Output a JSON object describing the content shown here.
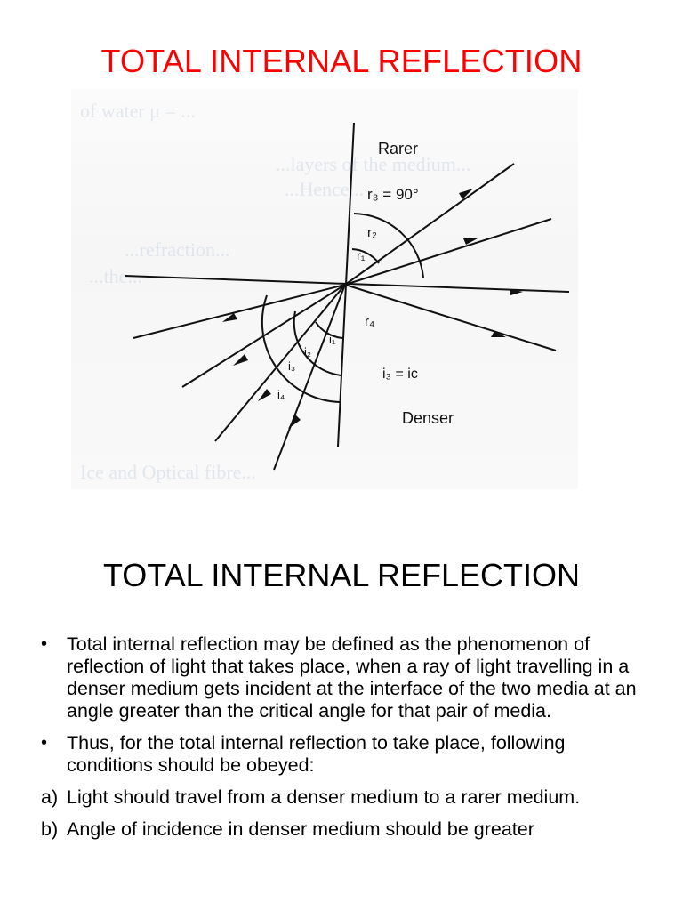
{
  "slide1": {
    "title": "TOTAL INTERNAL REFLECTION",
    "title_color": "#ff0000"
  },
  "diagram": {
    "labels": {
      "rarer": "Rarer",
      "r3_eq": "r₃ = 90°",
      "r2": "r₂",
      "r1": "r₁",
      "r4": "r₄",
      "i1": "i₁",
      "i2": "i₂",
      "i3": "i₃",
      "i4": "i₄",
      "i3_eq_ic": "i₃ = iᴄ",
      "denser": "Denser"
    },
    "background_text": [
      "of water μ = ...",
      "...layers of the medium...",
      "...Hence...",
      "...refraction...",
      "...the...",
      "Ice and Optical fibre..."
    ]
  },
  "slide2": {
    "title": "TOTAL INTERNAL REFLECTION"
  },
  "content": {
    "items": [
      {
        "marker": "•",
        "text": "Total internal reflection may be defined as the phenomenon of reflection of light that takes place, when a ray of light travelling in a denser medium gets incident at the interface of the two media at an angle greater than the critical angle for that pair of media."
      },
      {
        "marker": "•",
        "text": "Thus, for the total internal reflection to take place, following conditions should be obeyed:"
      },
      {
        "marker": "a)",
        "text": "Light should travel from a denser medium to a rarer medium."
      },
      {
        "marker": "b)",
        "text": "Angle of incidence in denser medium should be greater"
      }
    ]
  }
}
